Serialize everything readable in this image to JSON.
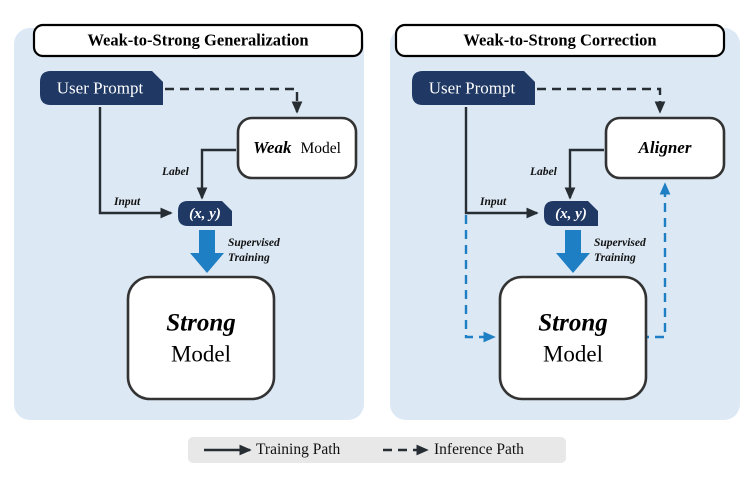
{
  "figure": {
    "name": "weak-to-strong-comparison-diagram",
    "colors": {
      "panel_background": "#dce8f4",
      "navy_node": "#1f3864",
      "training_arrow_blue": "#1f7fc4",
      "inference_path_blue": "#1f7fc4",
      "edge_dark": "#262d33",
      "legend_background": "#e8e8e8",
      "page_background": "#ffffff"
    }
  },
  "panels": [
    {
      "id": "left",
      "title": "Weak-to-Strong Generalization",
      "nodes": {
        "prompt": "User Prompt",
        "intermediate_model_emphasis": "Weak",
        "intermediate_model_plain": "Model",
        "data_pair": "(x, y)",
        "target_model_emphasis": "Strong",
        "target_model_plain": "Model"
      },
      "edge_labels": {
        "label": "Label",
        "input": "Input",
        "training_line1": "Supervised",
        "training_line2": "Training"
      }
    },
    {
      "id": "right",
      "title": "Weak-to-Strong Correction",
      "nodes": {
        "prompt": "User Prompt",
        "intermediate_model_emphasis": "Aligner",
        "intermediate_model_plain": "",
        "data_pair": "(x, y)",
        "target_model_emphasis": "Strong",
        "target_model_plain": "Model"
      },
      "edge_labels": {
        "label": "Label",
        "input": "Input",
        "training_line1": "Supervised",
        "training_line2": "Training"
      }
    }
  ],
  "legend": {
    "items": [
      {
        "key": "training-path",
        "label": "Training Path",
        "style": "solid-arrow",
        "color": "#262d33"
      },
      {
        "key": "inference-path",
        "label": "Inference Path",
        "style": "dashed-arrow",
        "color": "#262d33"
      }
    ]
  }
}
